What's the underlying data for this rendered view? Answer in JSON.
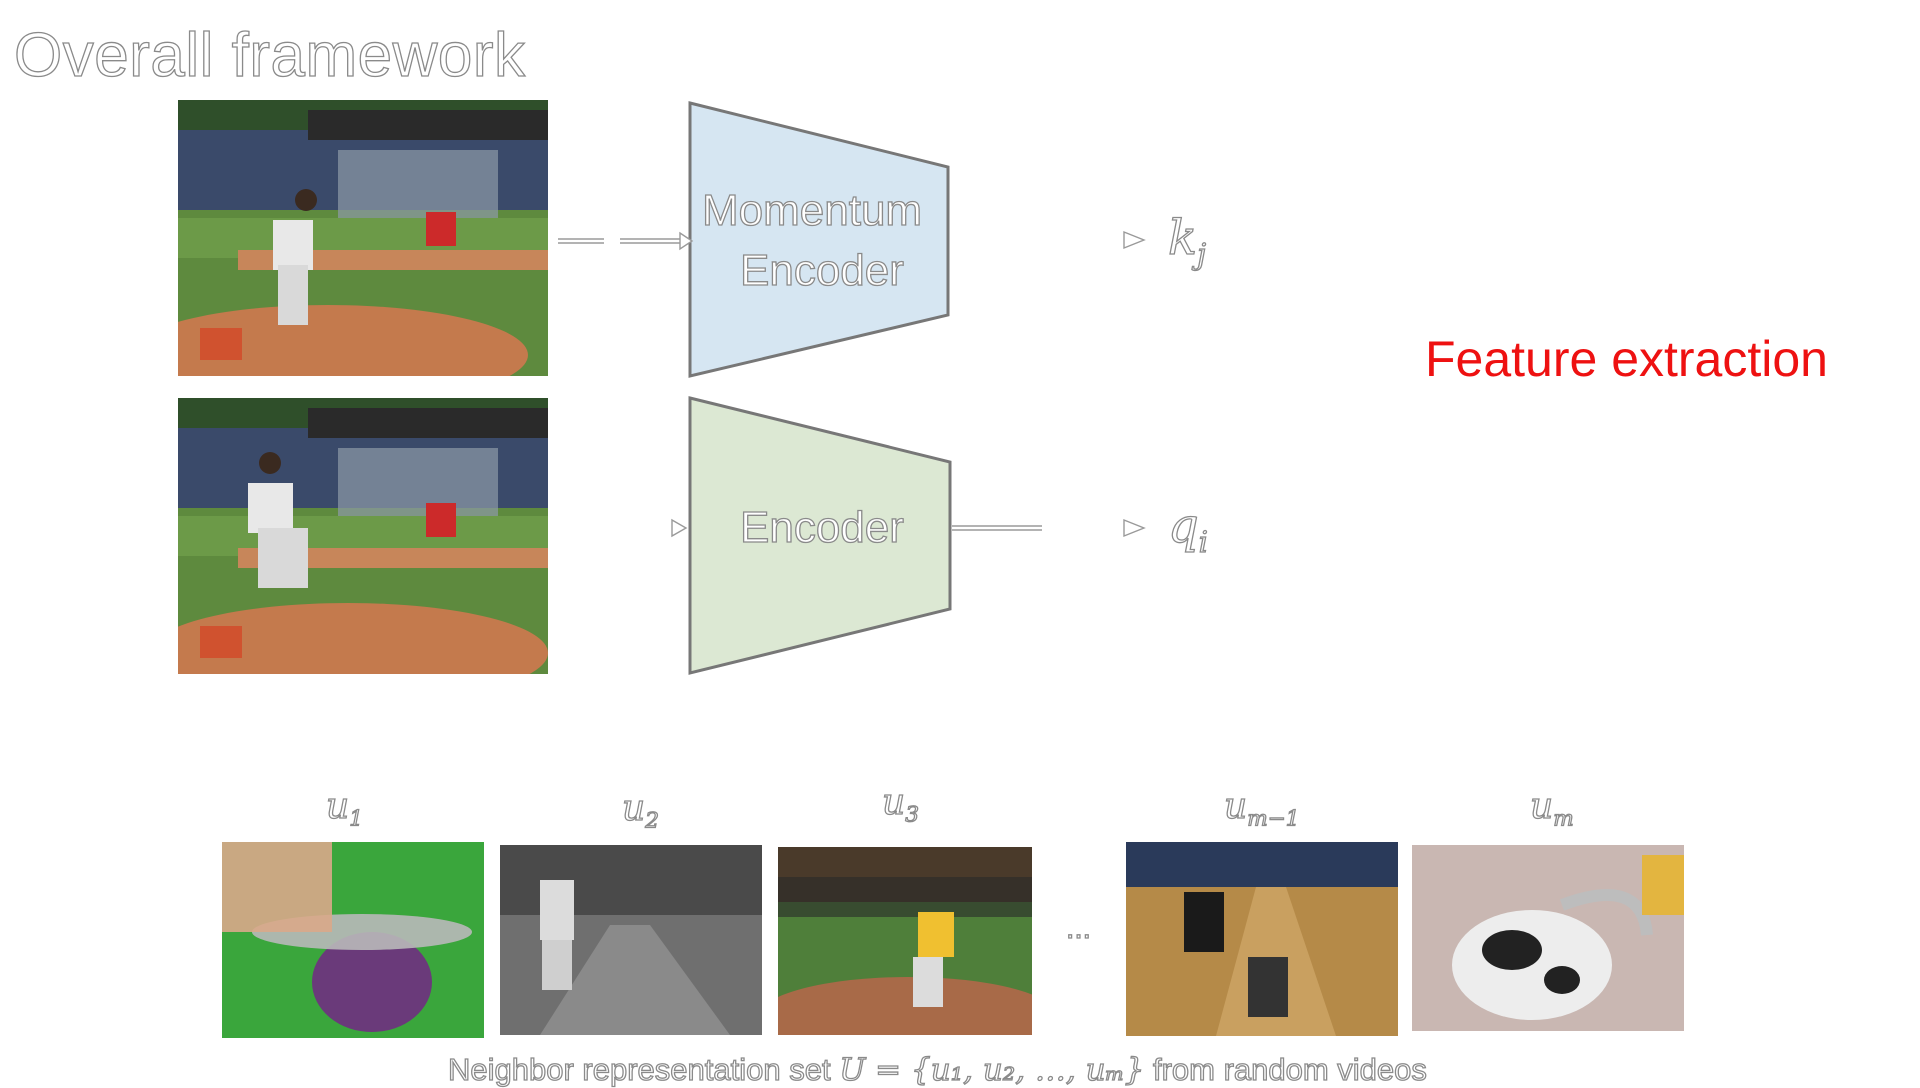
{
  "title": "Overall framework",
  "momentum_encoder": {
    "line1": "Momentum",
    "line2": "Encoder"
  },
  "encoder": {
    "label": "Encoder"
  },
  "outputs": {
    "key": {
      "base": "k",
      "sub": "j"
    },
    "query": {
      "base": "q",
      "sub": "i"
    }
  },
  "annotation": "Feature extraction",
  "neighbors": [
    {
      "base": "u",
      "sub": "1"
    },
    {
      "base": "u",
      "sub": "2"
    },
    {
      "base": "u",
      "sub": "3"
    },
    {
      "base": "u",
      "sub": "m−1"
    },
    {
      "base": "u",
      "sub": "m"
    }
  ],
  "ellipsis": "...",
  "caption": {
    "prefix": "Neighbor representation set ",
    "formula": "U = {u₁, u₂, …, uₘ}",
    "suffix": " from random videos"
  },
  "colors": {
    "momentum_fill": "#d6e6f2",
    "encoder_fill": "#dce8d3",
    "shape_stroke": "#777777",
    "annotation": "#ee1111"
  }
}
